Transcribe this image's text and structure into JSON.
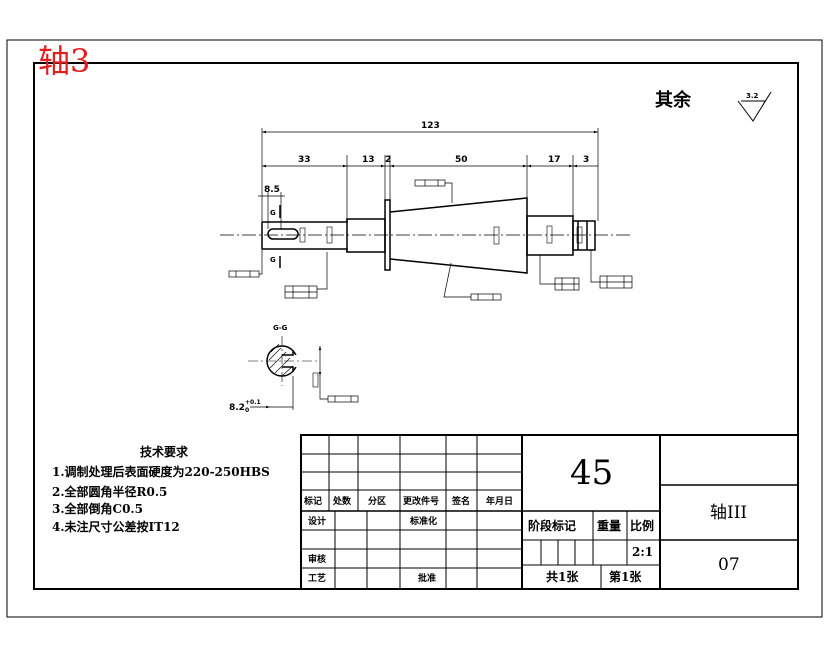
{
  "corner_label": "轴3",
  "surface_note": {
    "text": "其余",
    "roughness": "3.2"
  },
  "dimensions": {
    "overall": "123",
    "d33": "33",
    "d13": "13",
    "d2": "2",
    "d50": "50",
    "d17": "17",
    "d3": "3",
    "keyway": "8.5",
    "section_label": "G-G",
    "section_depth": "8.2",
    "section_tol": "+0.1",
    "section_tol_low": "0",
    "cut_g": "G"
  },
  "tech_requirements": {
    "title": "技术要求",
    "items": [
      "1.调制处理后表面硬度为220-250HBS",
      "2.全部圆角半径R0.5",
      "3.全部倒角C0.5",
      "4.未注尺寸公差按IT12"
    ]
  },
  "title_block": {
    "material": "45",
    "part_name": "轴III",
    "drawing_no": "07",
    "revision_headers": [
      "标记",
      "处数",
      "分区",
      "更改件号",
      "签名",
      "年月日"
    ],
    "design": "设计",
    "standardize": "标准化",
    "review": "审核",
    "process": "工艺",
    "approve": "批准",
    "stage_mark": "阶段标记",
    "weight": "重量",
    "scale": "比例",
    "scale_value": "2:1",
    "sheets_total": "共1张",
    "sheet_no": "第1张"
  }
}
